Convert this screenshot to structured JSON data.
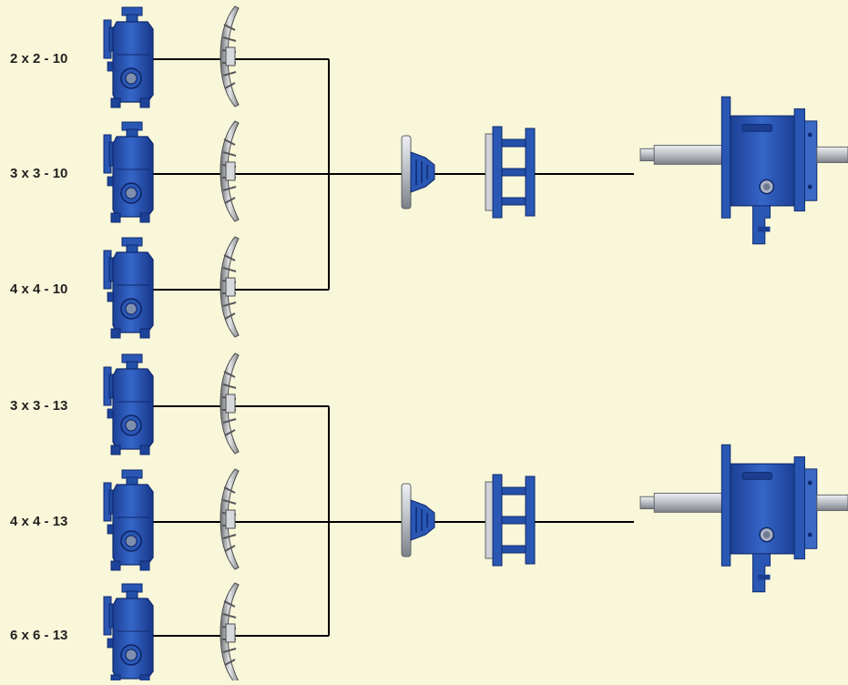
{
  "colors": {
    "background": "#f9f7d9",
    "casing_blue": "#2a57b4",
    "casing_dark": "#13307a",
    "steel": "#bfc3c8",
    "line": "#000000"
  },
  "groups": [
    {
      "group_id": "10-inch",
      "pumps": [
        {
          "label": "2 x 2 - 10"
        },
        {
          "label": "3 x 3 - 10"
        },
        {
          "label": "4 x 4 - 10"
        }
      ]
    },
    {
      "group_id": "13-inch",
      "pumps": [
        {
          "label": "3 x 3 - 13"
        },
        {
          "label": "4 x 4 - 13"
        },
        {
          "label": "6 x 6 - 13"
        }
      ]
    }
  ],
  "icons": {
    "casing": "pump-casing-icon",
    "impeller": "impeller-icon",
    "backplate": "backplate-icon",
    "adapter": "adapter-frame-icon",
    "power_frame": "power-frame-icon"
  }
}
